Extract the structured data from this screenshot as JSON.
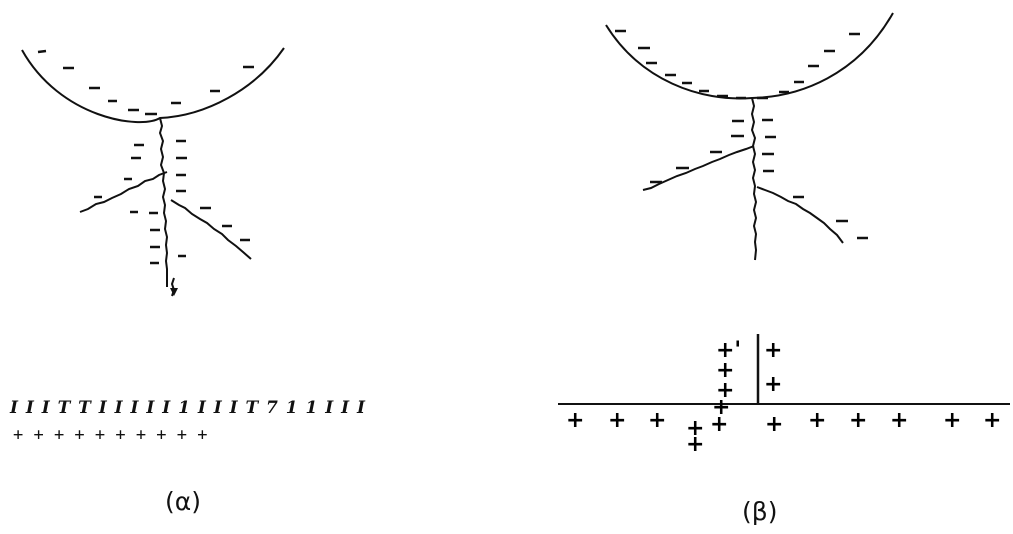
{
  "panel_a": {
    "caption": "(α)",
    "ground_marks": "I I I T T I I I I I 1 I I I T 7 1 1 I I I",
    "ground_charges": "+ + + + + + + + + +"
  },
  "panel_b": {
    "caption": "(β)",
    "ground_charges": [
      "+",
      "+",
      "+",
      "+",
      "+",
      "+",
      "+",
      "+",
      "+",
      "+",
      "+",
      "+",
      "+"
    ],
    "streamer_charges_left": [
      "+'",
      "+",
      "+"
    ],
    "streamer_charges_right": [
      "+",
      "+"
    ]
  },
  "colors": {
    "ink": "#111111",
    "background": "#ffffff"
  }
}
